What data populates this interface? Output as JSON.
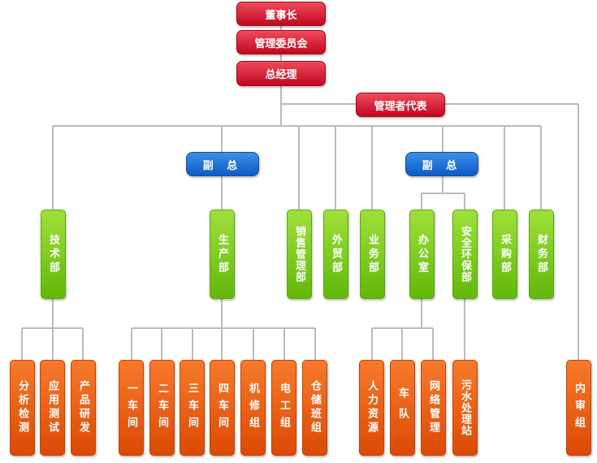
{
  "nodes": {
    "chairman": "董事长",
    "committee": "管理委员会",
    "gm": "总经理",
    "mgmt_rep": "管理者代表",
    "vp_left": "副 总",
    "vp_right": "副 总",
    "tech": "技术部",
    "production": "生产部",
    "sales": "销售管理部",
    "foreign_trade": "外贸部",
    "business": "业务部",
    "office": "办公室",
    "safety": "安全环保部",
    "purchasing": "采购部",
    "finance": "财务部",
    "analysis": "分析检测",
    "app_test": "应用测试",
    "rnd": "产品研发",
    "ws1": "一车间",
    "ws2": "二车间",
    "ws3": "三车间",
    "ws4": "四车间",
    "maint": "机修组",
    "elec": "电工组",
    "storage": "仓储班组",
    "hr": "人力资源",
    "fleet": "车队",
    "network": "网络管理",
    "sewage": "污水处理站",
    "audit": "内审组"
  },
  "colors": {
    "executive": "#d0142a",
    "deputy": "#1f6fd6",
    "department": "#7ccb1e",
    "team": "#ea5d12",
    "connector": "#bbbbbb"
  }
}
